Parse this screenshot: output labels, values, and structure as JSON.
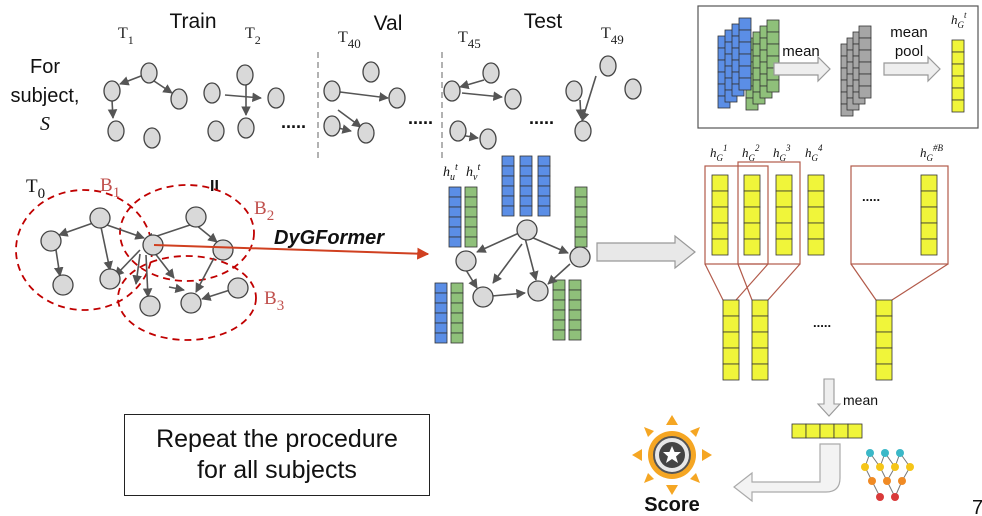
{
  "phases": {
    "train": "Train",
    "val": "Val",
    "test": "Test"
  },
  "snapshots": {
    "t1": [
      "T",
      "1"
    ],
    "t2": [
      "T",
      "2"
    ],
    "t40": [
      "T",
      "40"
    ],
    "t45": [
      "T",
      "45"
    ],
    "t49": [
      "T",
      "49"
    ]
  },
  "subject_label": [
    "For",
    "subject,",
    "S"
  ],
  "ellipses": {
    "a": ".....",
    "b": ".....",
    "c": "....."
  },
  "batch_labels": {
    "t0": [
      "T",
      "0"
    ],
    "b1": [
      "B",
      "1"
    ],
    "b2": [
      "B",
      "2"
    ],
    "b3": [
      "B",
      "3"
    ],
    "sep": "II"
  },
  "model_label": "DyGFormer",
  "node_emb": {
    "hu": [
      "h",
      "u",
      "t"
    ],
    "hv": [
      "h",
      "v",
      "t"
    ]
  },
  "pool": {
    "mean1": "mean",
    "mean_pool": [
      "mean",
      "pool"
    ],
    "hg": [
      "h",
      "G",
      "t"
    ]
  },
  "graph_embs": {
    "base": "h",
    "sub": "G",
    "sups": [
      "1",
      "2",
      "3",
      "4",
      "#B"
    ],
    "dots": "....."
  },
  "bottom_dots": ".....",
  "mean2": "mean",
  "repeat_text": [
    "Repeat the procedure",
    "for all subjects"
  ],
  "score_label": "Score",
  "page_number": "7",
  "colors": {
    "blue": "#5b8ee6",
    "green": "#8fc07a",
    "yellow": "#f0f53a",
    "gray": "#a6a6a6",
    "node": "#d9d9d9",
    "edge": "#555555",
    "red_dashed": "#c00000",
    "arrow_red": "#d04020",
    "bracket": "#b25a4a",
    "score_blue": "#4a86c8",
    "badge_orange": "#f5a623"
  },
  "icons": [
    "star-badge-icon",
    "neural-network-icon",
    "curved-arrow-icon"
  ]
}
